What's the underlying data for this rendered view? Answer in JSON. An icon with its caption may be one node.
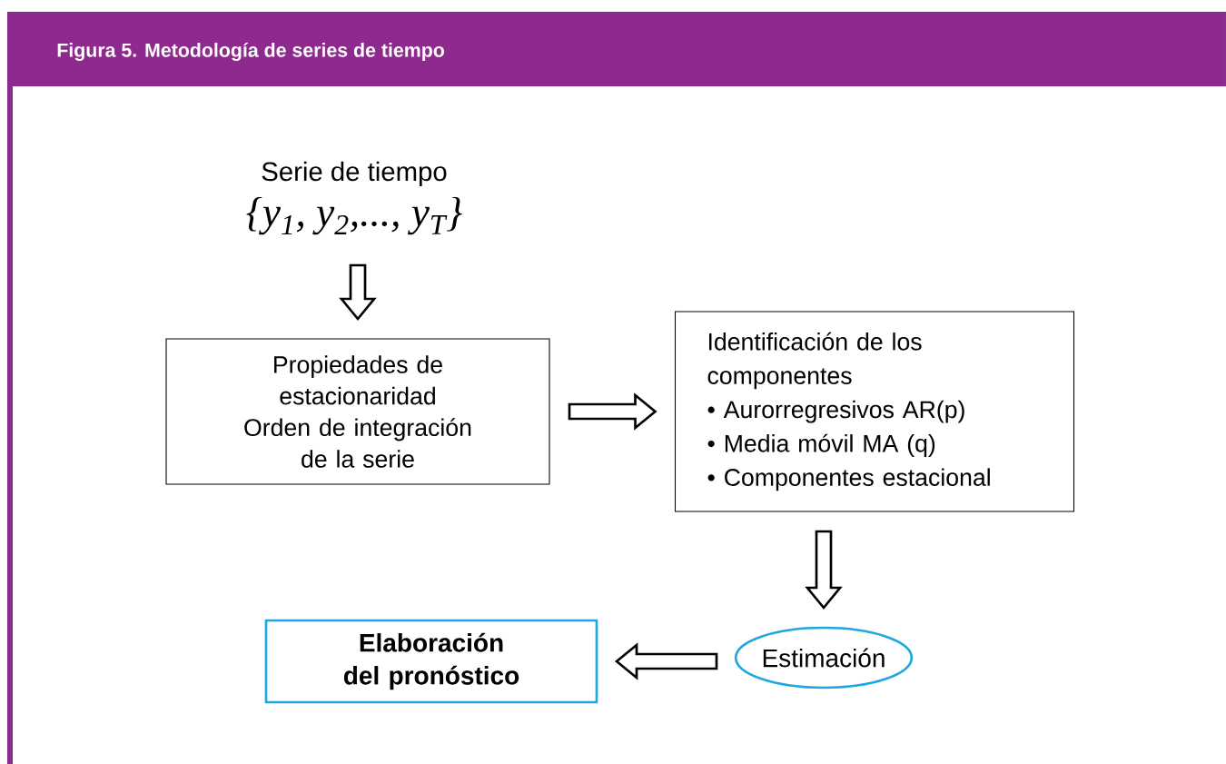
{
  "diagram": {
    "title": "Figura 5. Metodología de series de tiempo",
    "nodes": [
      {
        "text": [
          "Serie de tiempo",
          "{y$_{1}$, y$_{2}$,..., y$_{T}$}"
        ]
      },
      {
        "text": [
          "Propiedades de estacionaridad",
          "Orden de integración de la serie"
        ]
      },
      {
        "text": [
          "Identificación de los componentes",
          "• Aurorregresivos AR(p)",
          "• Media móvil MA (q)",
          "• Componentes estacional"
        ]
      },
      {
        "text": [
          "Estimación"
        ]
      },
      {
        "text": [
          "Elaboración del pronóstico"
        ]
      }
    ],
    "edges": [
      {
        "from": 0,
        "to": 1,
        "arrow": "to"
      },
      {
        "from": 1,
        "to": 2,
        "arrow": "to"
      },
      {
        "from": 2,
        "to": 3,
        "arrow": "to"
      },
      {
        "from": 3,
        "to": 4,
        "arrow": "to"
      }
    ]
  }
}
